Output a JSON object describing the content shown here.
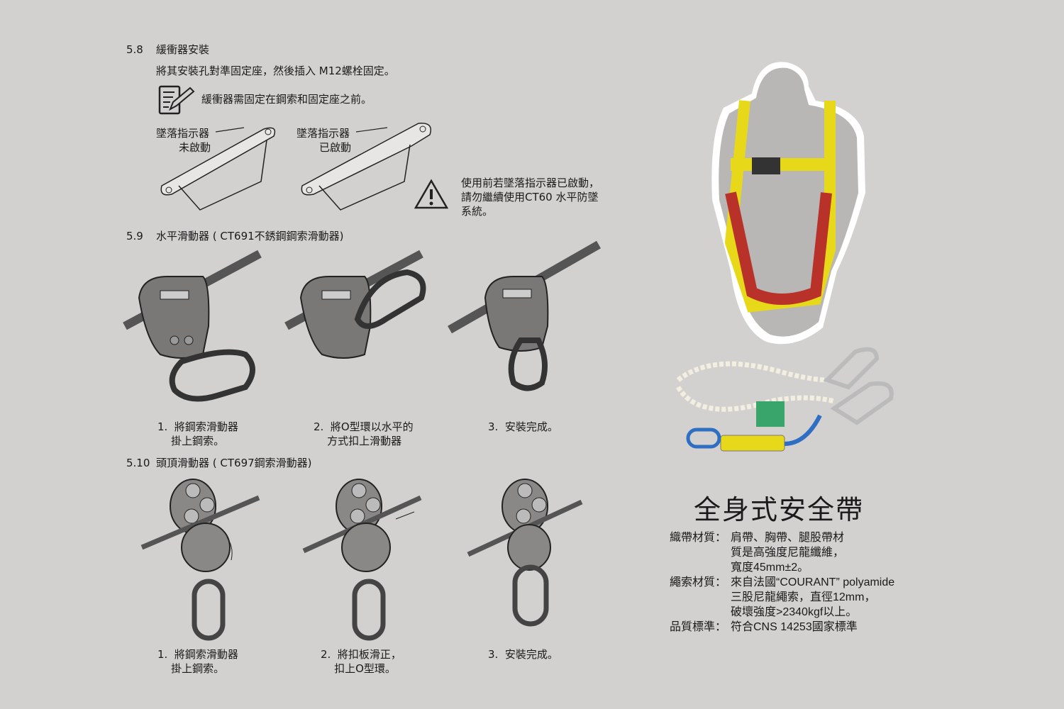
{
  "s58": {
    "number": "5.8",
    "title": "緩衝器安裝",
    "instruction": "將其安裝孔對準固定座，然後插入 M12螺栓固定。",
    "note": "緩衝器需固定在鋼索和固定座之前。",
    "indicator_label": "墜落指示器",
    "state_inactive": "未啟動",
    "state_active": "已啟動",
    "warning_lines": [
      "使用前若墜落指示器已啟動，",
      "請勿繼續使用CT60 水平防墜",
      "系統。"
    ]
  },
  "s59": {
    "number": "5.9",
    "title": "水平滑動器 ( CT691不銹鋼鋼索滑動器)",
    "steps": [
      {
        "n": "1.",
        "lines": [
          "將鋼索滑動器",
          "掛上鋼索。"
        ]
      },
      {
        "n": "2.",
        "lines": [
          "將O型環以水平的",
          "方式扣上滑動器"
        ]
      },
      {
        "n": "3.",
        "lines": [
          "安裝完成。"
        ]
      }
    ]
  },
  "s510": {
    "number": "5.10",
    "title": "頭頂滑動器 ( CT697鋼索滑動器)",
    "steps": [
      {
        "n": "1.",
        "lines": [
          "將鋼索滑動器",
          "掛上鋼索。"
        ]
      },
      {
        "n": "2.",
        "lines": [
          "將扣板滑正，",
          "扣上O型環。"
        ]
      },
      {
        "n": "3.",
        "lines": [
          "安裝完成。"
        ]
      }
    ]
  },
  "product": {
    "title": "全身式安全帶",
    "specs": [
      {
        "label": "織帶材質：",
        "lines": [
          "肩帶、胸帶、腿股帶材",
          "質是高強度尼龍纖維，",
          "寬度45mm±2。"
        ]
      },
      {
        "label": "繩索材質：",
        "lines": [
          "來自法國“COURANT” polyamide",
          "三股尼龍繩索，直徑12mm，",
          "破壞強度>2340kgf以上。"
        ]
      },
      {
        "label": "品質標準：",
        "lines": [
          "符合CNS 14253國家標準"
        ]
      }
    ]
  },
  "colors": {
    "background": "#d3d1cf",
    "harness_yellow": "#e8d81a",
    "harness_red": "#b8322a"
  }
}
